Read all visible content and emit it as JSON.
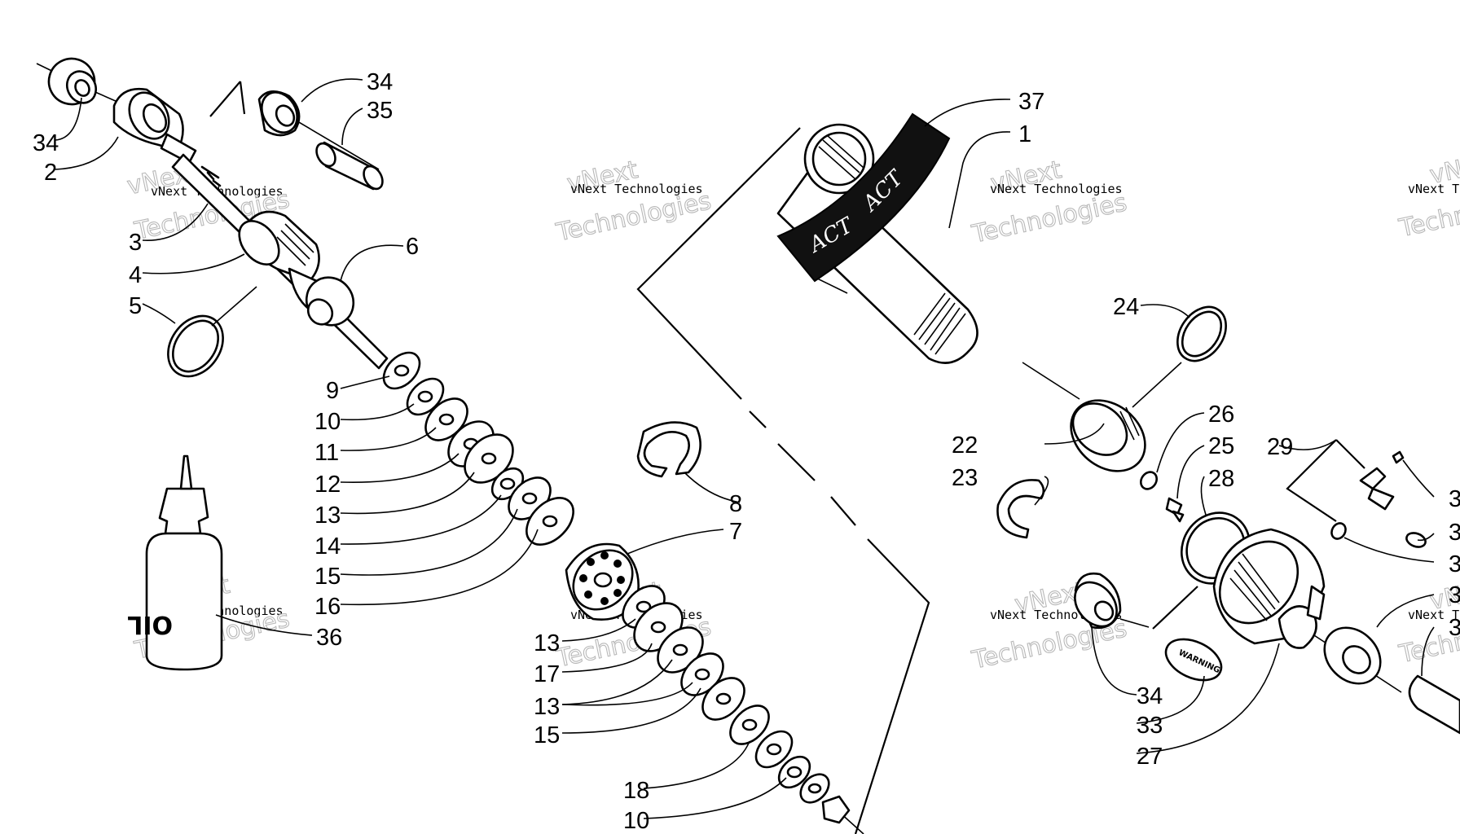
{
  "watermark": {
    "line1": "vNext",
    "line2": "vNext Technologies",
    "line3": "Technologies"
  },
  "oil_label": "OIL",
  "warning_label": "WARNING",
  "sticker_text": "ACT",
  "callouts": [
    {
      "id": "c34a",
      "text": "34"
    },
    {
      "id": "c2",
      "text": "2"
    },
    {
      "id": "c34b",
      "text": "34"
    },
    {
      "id": "c35",
      "text": "35"
    },
    {
      "id": "c3",
      "text": "3"
    },
    {
      "id": "c4",
      "text": "4"
    },
    {
      "id": "c6",
      "text": "6"
    },
    {
      "id": "c5",
      "text": "5"
    },
    {
      "id": "c9",
      "text": "9"
    },
    {
      "id": "c10a",
      "text": "10"
    },
    {
      "id": "c11",
      "text": "11"
    },
    {
      "id": "c12",
      "text": "12"
    },
    {
      "id": "c13a",
      "text": "13"
    },
    {
      "id": "c14",
      "text": "14"
    },
    {
      "id": "c15a",
      "text": "15"
    },
    {
      "id": "c16",
      "text": "16"
    },
    {
      "id": "c36",
      "text": "36"
    },
    {
      "id": "c8",
      "text": "8"
    },
    {
      "id": "c7",
      "text": "7"
    },
    {
      "id": "c13b",
      "text": "13"
    },
    {
      "id": "c17",
      "text": "17"
    },
    {
      "id": "c13c",
      "text": "13"
    },
    {
      "id": "c15b",
      "text": "15"
    },
    {
      "id": "c18",
      "text": "18"
    },
    {
      "id": "c10b",
      "text": "10"
    },
    {
      "id": "c37",
      "text": "37"
    },
    {
      "id": "c1",
      "text": "1"
    },
    {
      "id": "c24",
      "text": "24"
    },
    {
      "id": "c26",
      "text": "26"
    },
    {
      "id": "c25",
      "text": "25"
    },
    {
      "id": "c22",
      "text": "22"
    },
    {
      "id": "c28",
      "text": "28"
    },
    {
      "id": "c23",
      "text": "23"
    },
    {
      "id": "c29",
      "text": "29"
    },
    {
      "id": "c34c",
      "text": "34"
    },
    {
      "id": "c33",
      "text": "33"
    },
    {
      "id": "c27",
      "text": "27"
    },
    {
      "id": "c3x1",
      "text": "3"
    },
    {
      "id": "c3x2",
      "text": "3"
    },
    {
      "id": "c3x3",
      "text": "3"
    },
    {
      "id": "c3x4",
      "text": "3"
    },
    {
      "id": "c3x5",
      "text": "3"
    }
  ]
}
